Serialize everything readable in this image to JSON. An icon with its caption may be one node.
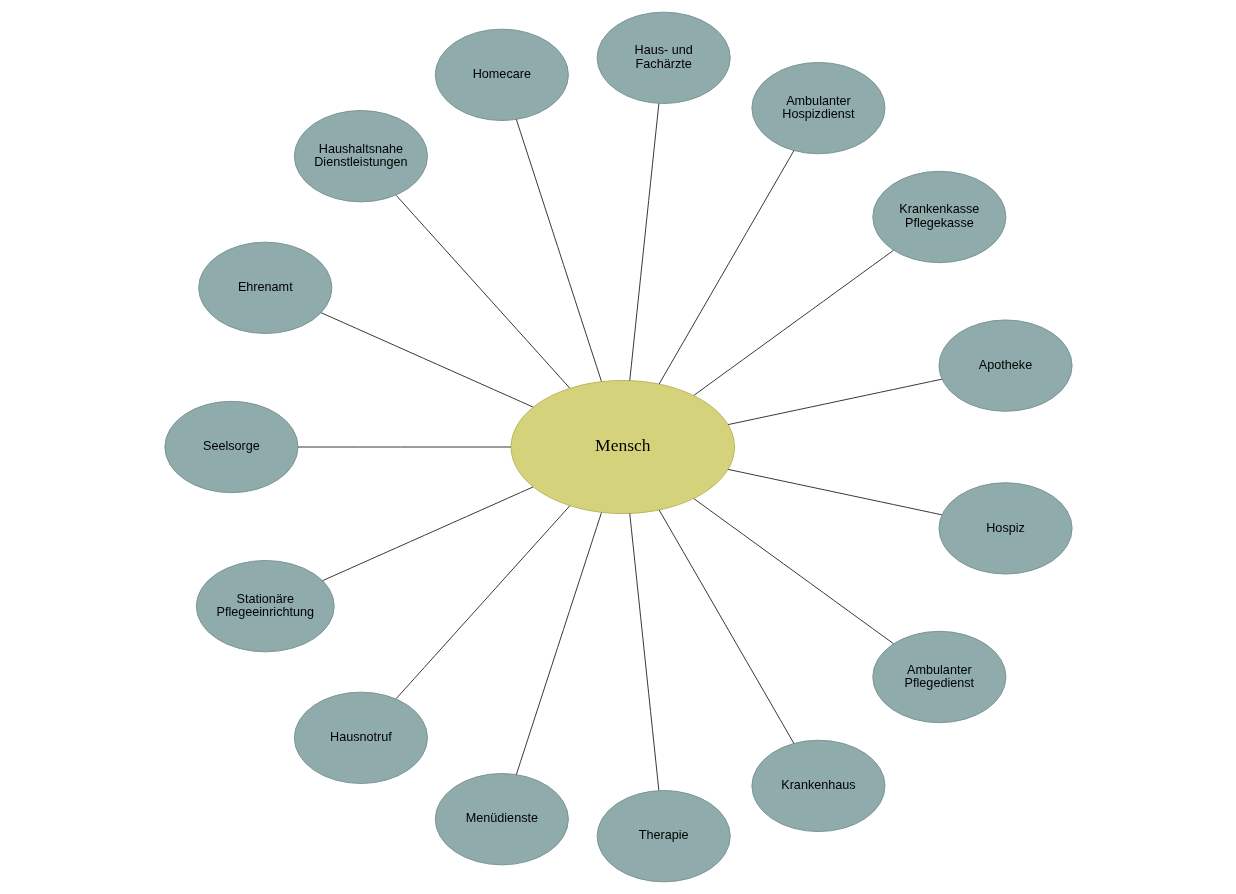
{
  "diagram": {
    "nodes": [
      {
        "text": [
          "Mensch"
        ]
      },
      {
        "text": [
          "Apotheke"
        ]
      },
      {
        "text": [
          "Krankenkasse Pflegekasse"
        ]
      },
      {
        "text": [
          "Ambulanter Hospizdienst"
        ]
      },
      {
        "text": [
          "Haus- und Fachärzte"
        ]
      },
      {
        "text": [
          "Homecare"
        ]
      },
      {
        "text": [
          "Haushaltsnahe Dienstleistungen"
        ]
      },
      {
        "text": [
          "Ehrenamt"
        ]
      },
      {
        "text": [
          "Seelsorge"
        ]
      },
      {
        "text": [
          "Stationäre Pflegeeinrichtung"
        ]
      },
      {
        "text": [
          "Hausnotruf"
        ]
      },
      {
        "text": [
          "Menüdienste"
        ]
      },
      {
        "text": [
          "Therapie"
        ]
      },
      {
        "text": [
          "Krankenhaus"
        ]
      },
      {
        "text": [
          "Ambulanter Pflegedienst"
        ]
      },
      {
        "text": [
          "Hospiz"
        ]
      }
    ],
    "edges": [
      {
        "from": 0,
        "to": 1,
        "arrow": "none"
      },
      {
        "from": 0,
        "to": 2,
        "arrow": "none"
      },
      {
        "from": 0,
        "to": 3,
        "arrow": "none"
      },
      {
        "from": 0,
        "to": 4,
        "arrow": "none"
      },
      {
        "from": 0,
        "to": 5,
        "arrow": "none"
      },
      {
        "from": 0,
        "to": 6,
        "arrow": "none"
      },
      {
        "from": 0,
        "to": 7,
        "arrow": "none"
      },
      {
        "from": 0,
        "to": 8,
        "arrow": "none"
      },
      {
        "from": 0,
        "to": 9,
        "arrow": "none"
      },
      {
        "from": 0,
        "to": 10,
        "arrow": "none"
      },
      {
        "from": 0,
        "to": 11,
        "arrow": "none"
      },
      {
        "from": 0,
        "to": 12,
        "arrow": "none"
      },
      {
        "from": 0,
        "to": 13,
        "arrow": "none"
      },
      {
        "from": 0,
        "to": 14,
        "arrow": "none"
      },
      {
        "from": 0,
        "to": 15,
        "arrow": "none"
      }
    ]
  }
}
